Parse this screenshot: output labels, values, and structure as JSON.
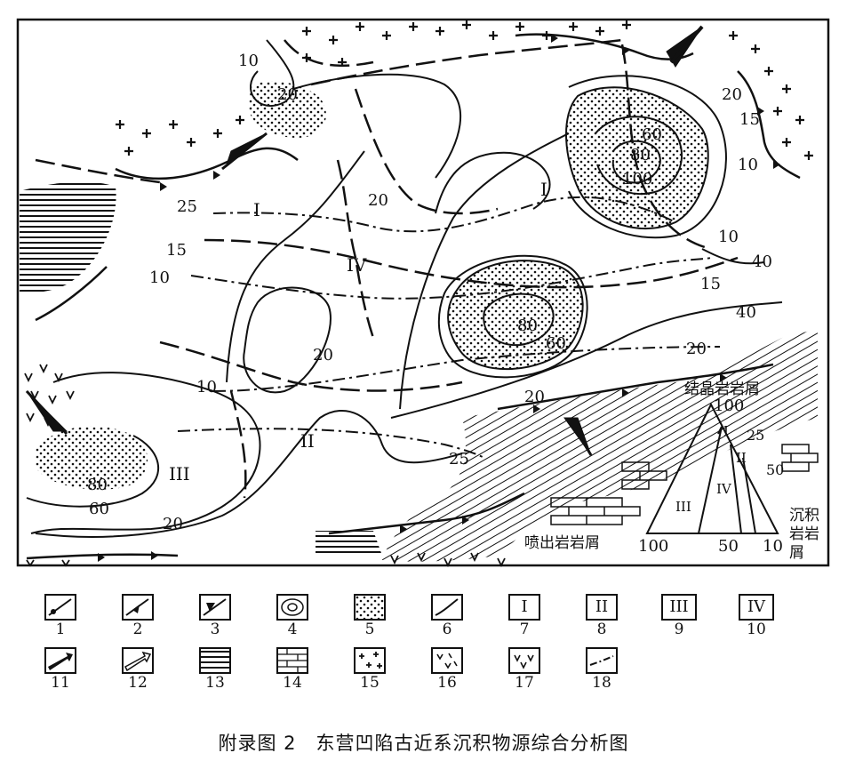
{
  "contour_labels": [
    "10",
    "20",
    "20",
    "15",
    "10",
    "60",
    "80",
    "100",
    "25",
    "15",
    "10",
    "20",
    "10",
    "40",
    "15",
    "40",
    "80",
    "60",
    "20",
    "20",
    "10",
    "20",
    "25",
    "80",
    "60",
    "20"
  ],
  "zone_labels": [
    "I",
    "I",
    "IV",
    "II",
    "III"
  ],
  "ternary": {
    "top_label": "结晶岩岩屑",
    "left_label": "喷出岩岩屑",
    "right_label_1": "沉积",
    "right_label_2": "岩岩",
    "right_label_3": "屑",
    "top_value": "100",
    "bottom_left_value": "100",
    "bottom_mid_value": "50",
    "bottom_right_value": "10",
    "side_25": "25",
    "side_50": "50",
    "field_I": "I",
    "field_II": "II",
    "field_III": "III",
    "field_IV": "IV"
  },
  "legend": {
    "items": [
      "1",
      "2",
      "3",
      "4",
      "5",
      "6",
      "7",
      "8",
      "9",
      "10",
      "11",
      "12",
      "13",
      "14",
      "15",
      "16",
      "17",
      "18"
    ],
    "symbols": {
      "7": "I",
      "8": "II",
      "9": "III",
      "10": "IV"
    }
  },
  "caption": "附录图 2　东营凹陷古近系沉积物源综合分析图"
}
